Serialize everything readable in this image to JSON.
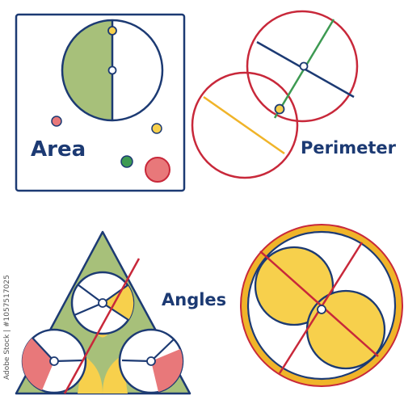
{
  "labels": {
    "area": "Area",
    "perimeter": "Perimeter",
    "angles": "Angles"
  },
  "watermark": "Adobe Stock | #1057517025",
  "colors": {
    "navy": "#1c3a73",
    "red": "#c8283a",
    "green": "#a7c07a",
    "yellow": "#f7d04c",
    "salmon": "#e8787a",
    "teal_green": "#3d9a52",
    "white": "#ffffff"
  }
}
